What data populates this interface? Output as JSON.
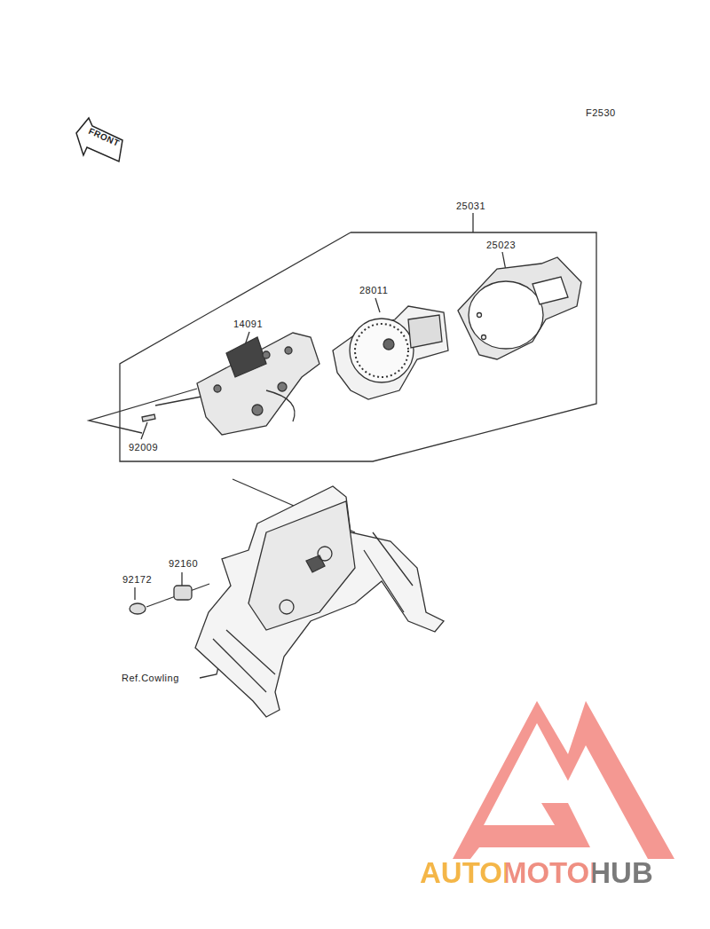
{
  "diagram": {
    "labels": [
      "F2530",
      "FRONT",
      "25031",
      "25023",
      "28011",
      "14091",
      "92009",
      "92160",
      "92172",
      "Ref.Cowling",
      "AUTOMOTOHUB"
    ]
  }
}
